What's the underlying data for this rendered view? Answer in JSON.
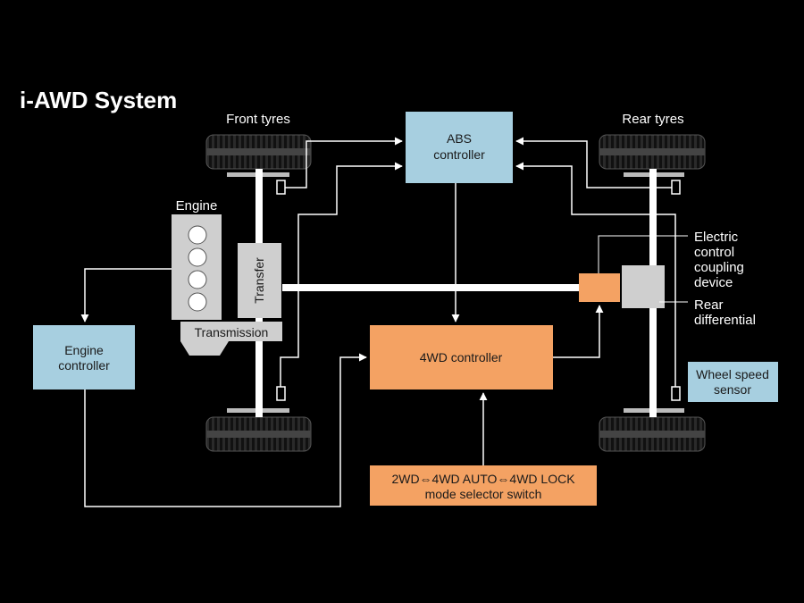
{
  "title": "i-AWD System",
  "labels": {
    "front_tyres": "Front tyres",
    "rear_tyres": "Rear tyres",
    "engine": "Engine",
    "transfer": "Transfer",
    "transmission": "Transmission",
    "coupling_line1": "Electric",
    "coupling_line2": "control",
    "coupling_line3": "coupling",
    "coupling_line4": "device",
    "rear_diff_line1": "Rear",
    "rear_diff_line2": "differential"
  },
  "boxes": {
    "abs_line1": "ABS",
    "abs_line2": "controller",
    "engine_ctrl_line1": "Engine",
    "engine_ctrl_line2": "controller",
    "fwd_controller": "4WD controller",
    "switch_line1": "2WD⇔4WD AUTO⇔4WD LOCK",
    "switch_line2": "mode selector switch",
    "wheel_speed_line1": "Wheel speed",
    "wheel_speed_line2": "sensor"
  },
  "colors": {
    "background": "#000000",
    "blue_box": "#a7cfe0",
    "orange_box": "#f4a263",
    "grey_part": "#cfcfcf",
    "line": "#ffffff"
  }
}
